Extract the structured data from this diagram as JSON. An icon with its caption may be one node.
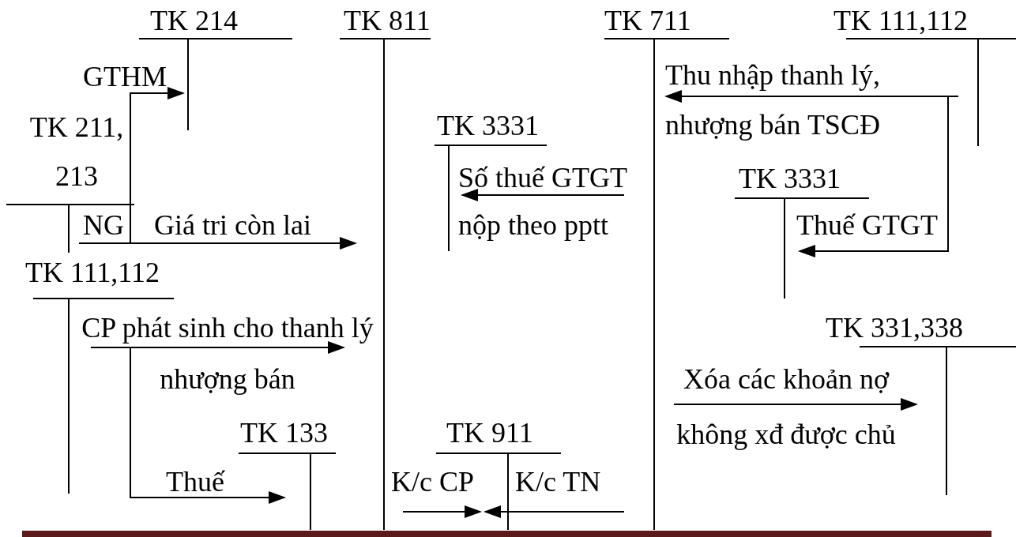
{
  "diagram": {
    "nodes": [
      {
        "text": [
          "TK 214"
        ]
      },
      {
        "text": [
          "TK 811"
        ]
      },
      {
        "text": [
          "TK 711"
        ]
      },
      {
        "text": [
          "TK 111,112"
        ]
      },
      {
        "text": [
          "TK 211, 213"
        ]
      },
      {
        "text": [
          "TK 3331"
        ]
      },
      {
        "text": [
          "TK 3331"
        ]
      },
      {
        "text": [
          "TK 111,112"
        ]
      },
      {
        "text": [
          "TK 331,338"
        ]
      },
      {
        "text": [
          "TK 133"
        ]
      },
      {
        "text": [
          "TK 911"
        ]
      }
    ],
    "edges": [
      {
        "from": 4,
        "to": 0,
        "arrow": "to",
        "label": "GTHM"
      },
      {
        "from": 4,
        "to": 1,
        "arrow": "to",
        "label": "Giá tri còn lai"
      },
      {
        "from": 3,
        "to": 2,
        "arrow": "to",
        "label": "Thu nhập thanh lý, nhượng bán TSCĐ"
      },
      {
        "from": 3,
        "to": 6,
        "arrow": "to",
        "label": "Thuế GTGT"
      },
      {
        "from": 2,
        "to": 5,
        "arrow": "to",
        "label": "Số thuế GTGT nộp theo pptt"
      },
      {
        "from": 7,
        "to": 1,
        "arrow": "to",
        "label": "CP phát sinh cho thanh lý nhượng bán"
      },
      {
        "from": 7,
        "to": 9,
        "arrow": "to",
        "label": "Thuế"
      },
      {
        "from": 1,
        "to": 10,
        "arrow": "to",
        "label": "K/c CP"
      },
      {
        "from": 2,
        "to": 10,
        "arrow": "to",
        "label": "K/c TN"
      },
      {
        "from": 2,
        "to": 8,
        "arrow": "to",
        "label": "Xóa các khoản nợ không xđ được chủ"
      }
    ],
    "labels": [
      "NG"
    ]
  }
}
